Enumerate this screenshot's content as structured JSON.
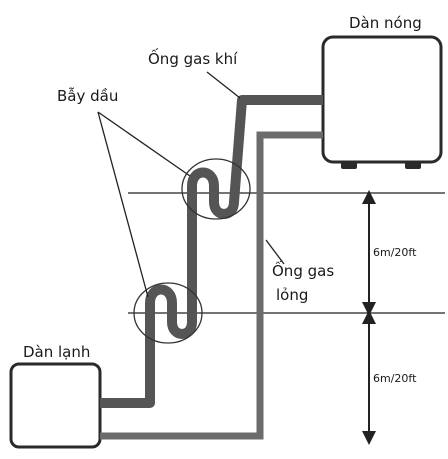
{
  "labels": {
    "outdoor_unit": "Dàn nóng",
    "indoor_unit": "Dàn lạnh",
    "gas_pipe": "Ống gas khí",
    "oil_trap": "Bẫy dầu",
    "liquid_pipe_line1": "Ống gas",
    "liquid_pipe_line2": "lỏng",
    "height_upper": "6m/20ft",
    "height_lower": "6m/20ft"
  },
  "colors": {
    "pipe_gas": "#555555",
    "pipe_liquid": "#6b6b6b",
    "outline": "#2a2a2a",
    "text": "#1a1a1a",
    "guide_line": "#222222"
  }
}
